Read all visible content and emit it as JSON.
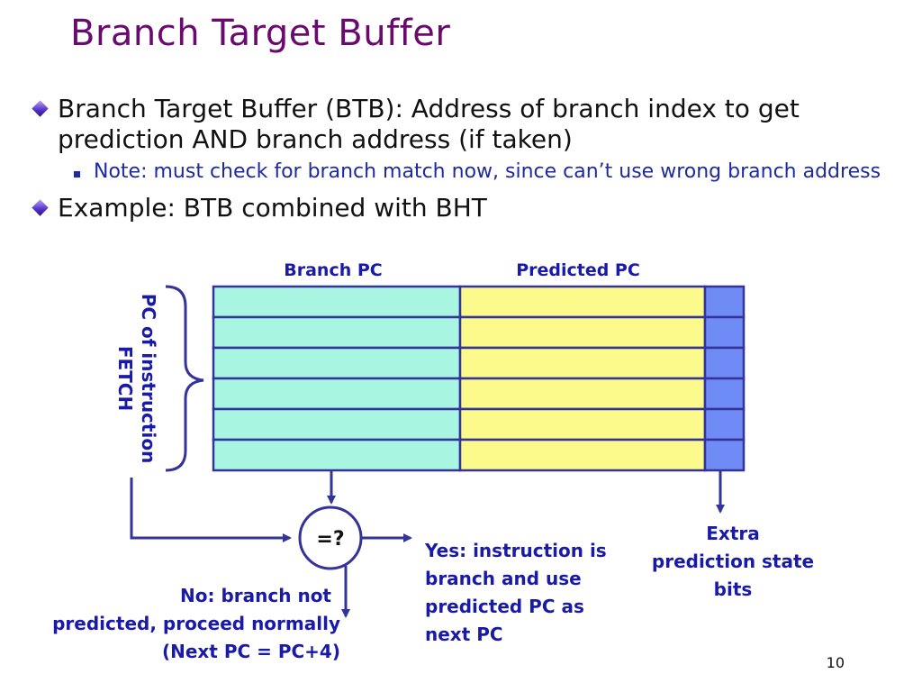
{
  "title": "Branch Target Buffer",
  "bullets": [
    {
      "text": "Branch Target Buffer (BTB): Address of branch index to get prediction AND branch address (if taken)",
      "icon": "diamond-bullet-icon"
    },
    {
      "text": "Example: BTB combined with BHT",
      "icon": "diamond-bullet-icon"
    }
  ],
  "sub_bullets": [
    {
      "text": "Note: must check for branch match now, since can’t use wrong branch address",
      "icon": "square-bullet-icon"
    }
  ],
  "diagram": {
    "column_headers": {
      "branch_pc": "Branch PC",
      "predicted_pc": "Predicted PC"
    },
    "side_label_lines": [
      "PC of instruction",
      "FETCH"
    ],
    "compare_label": "=?",
    "yes_label_lines": [
      "Yes: instruction is",
      "branch and use",
      "predicted PC as",
      "next PC"
    ],
    "no_label_lines": [
      "No: branch not",
      "predicted, proceed normally",
      "(Next PC = PC+4)"
    ],
    "extra_label_lines": [
      "Extra",
      "prediction state",
      "bits"
    ],
    "row_count": 6,
    "colors": {
      "branch_pc": "#a8f5e2",
      "predicted_pc": "#fdfa8c",
      "state_bits": "#6f8cf6",
      "border": "#333399",
      "label": "#1a1aa8"
    }
  },
  "page_number": "10"
}
